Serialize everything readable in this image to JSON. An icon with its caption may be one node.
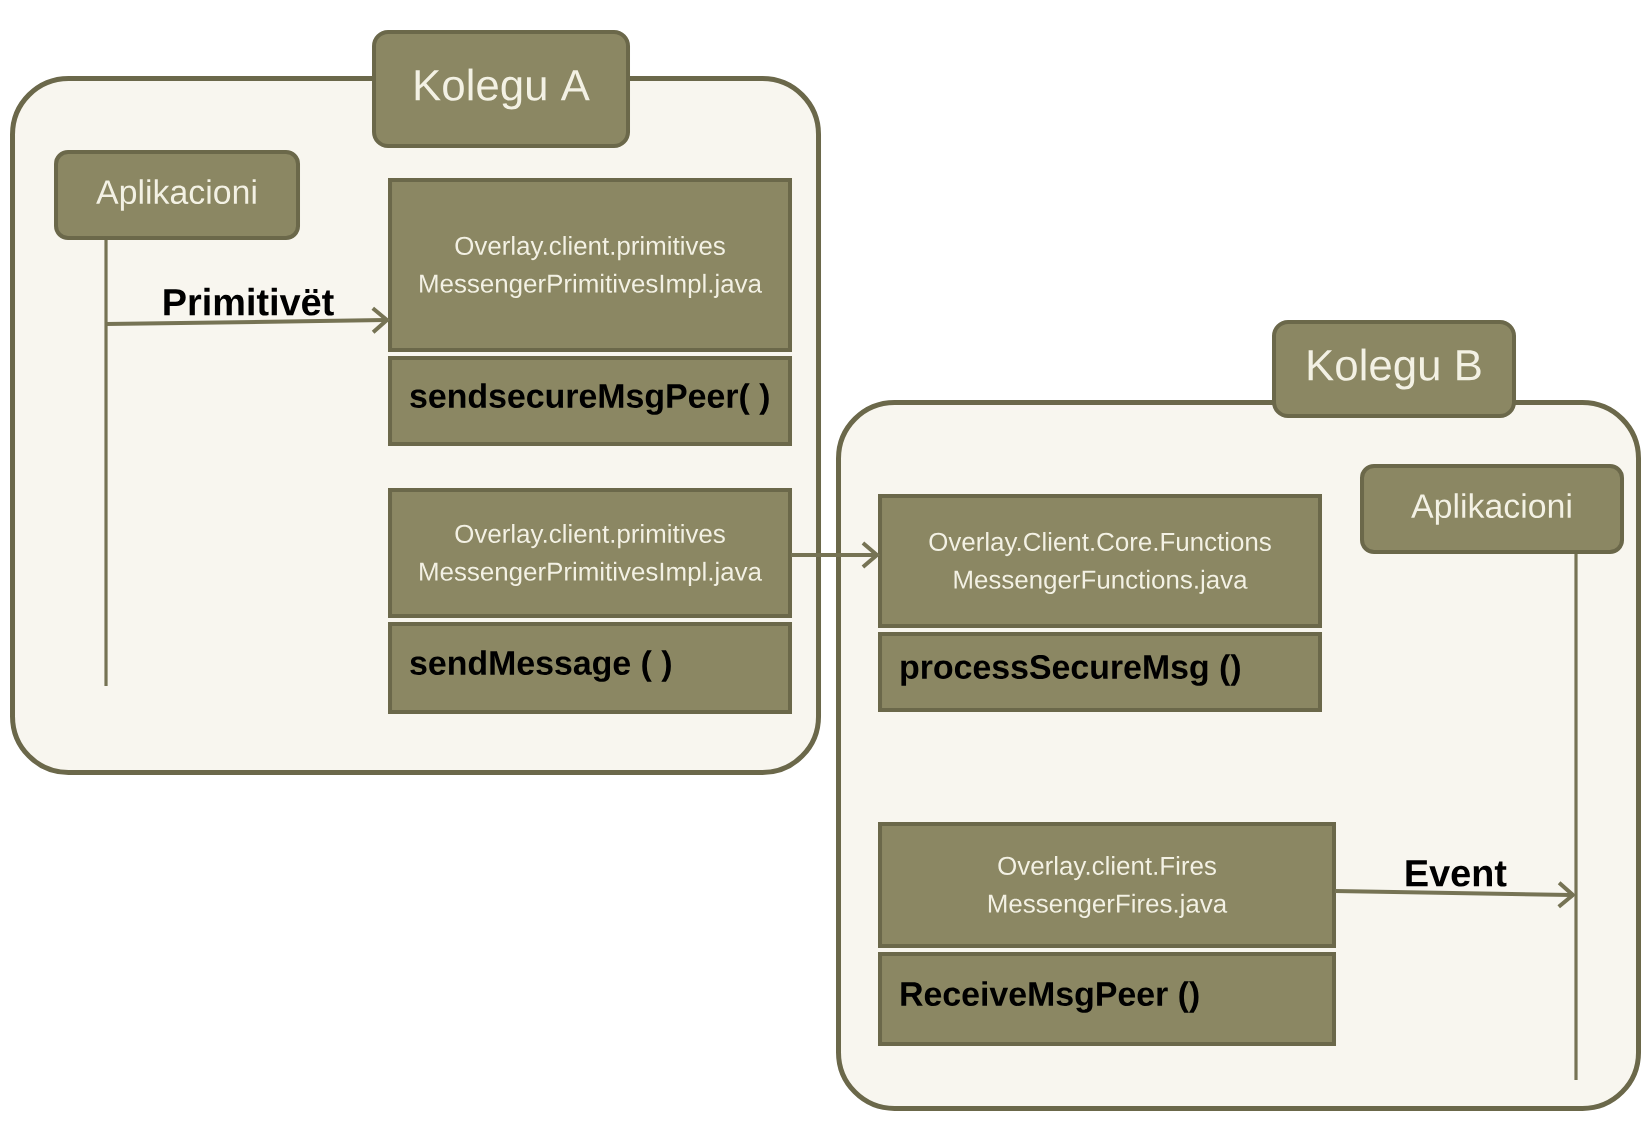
{
  "diagram": {
    "nodes": [
      {
        "text": [],
        "shape": "box"
      },
      {
        "text": [
          "Kolegu A"
        ]
      },
      {
        "text": [
          "Aplikacioni"
        ],
        "in": 0
      },
      {
        "text": [
          "Overlay.client.primitives MessengerPrimitivesImpl.java",
          "sendsecureMsgPeer( )"
        ],
        "in": 0
      },
      {
        "text": [
          "Overlay.client.primitives MessengerPrimitivesImpl.java",
          "sendMessage ( )"
        ],
        "in": 0
      },
      {
        "text": [],
        "shape": "box"
      },
      {
        "text": [
          "Kolegu B"
        ]
      },
      {
        "text": [
          "Overlay.Client.Core.Functions MessengerFunctions.java",
          "processSecureMsg ()"
        ],
        "in": 5
      },
      {
        "text": [
          "Aplikacioni"
        ],
        "in": 5
      },
      {
        "text": [
          "Overlay.client.Fires MessengerFires.java",
          "ReceiveMsgPeer ()"
        ],
        "in": 5
      }
    ],
    "edges": [
      {
        "from": 2,
        "to": 3,
        "arrow": "to",
        "label": "Primitivët"
      },
      {
        "from": 4,
        "to": 7,
        "arrow": "to"
      },
      {
        "from": 9,
        "to": 8,
        "arrow": "to",
        "label": "Event"
      }
    ]
  }
}
